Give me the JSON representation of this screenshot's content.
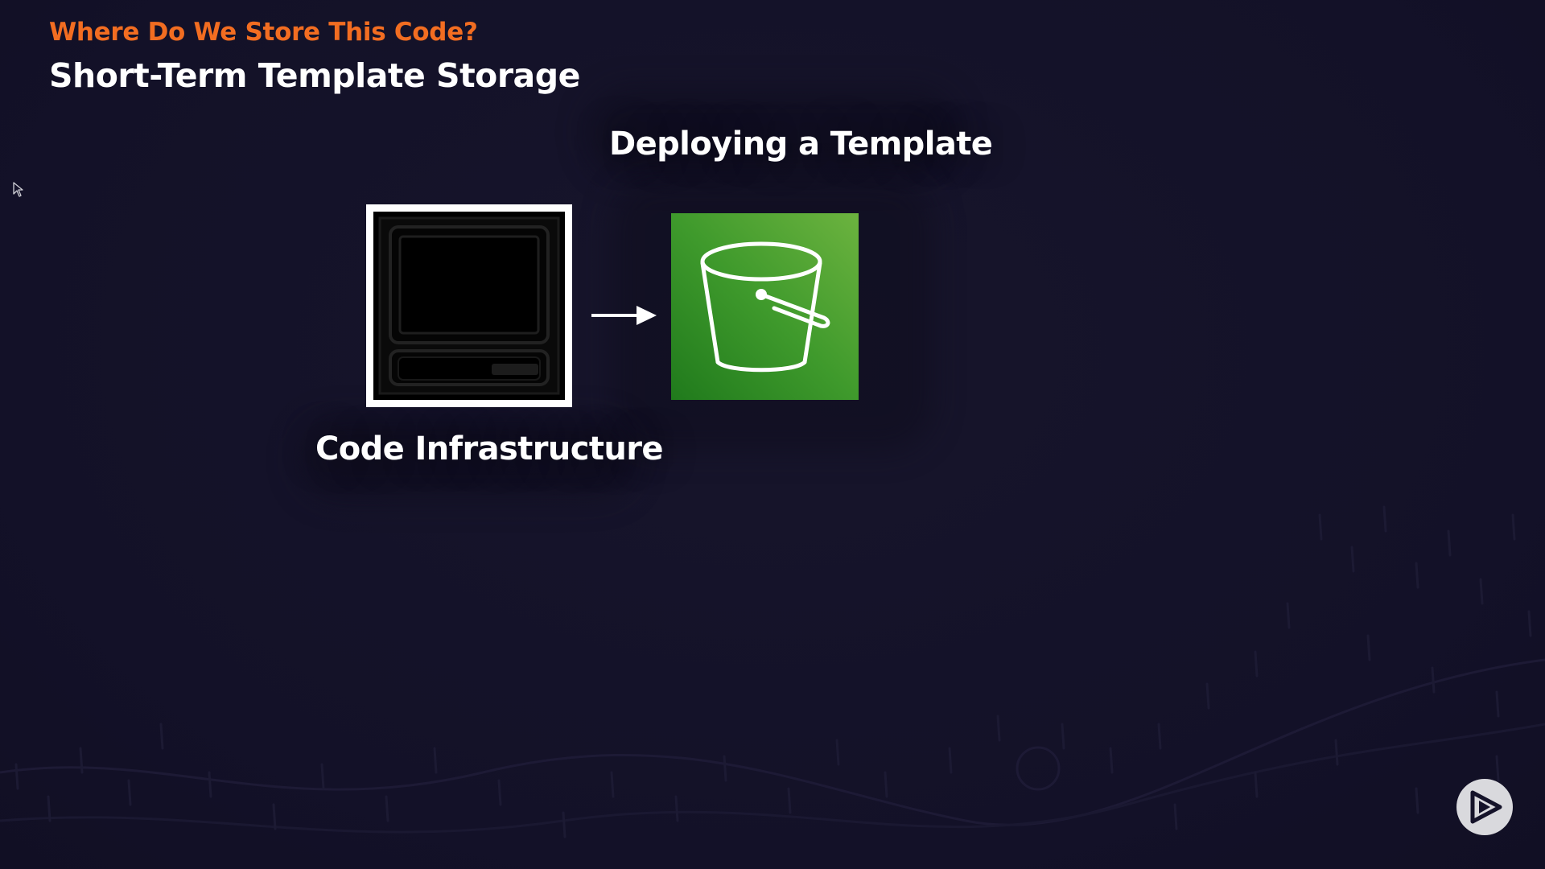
{
  "slide": {
    "kicker": "Where Do We Store This Code?",
    "title": "Short-Term Template Storage"
  },
  "diagram": {
    "deploy_label": "Deploying a Template",
    "source_label": "Code Infrastructure",
    "source_icon": "computer-icon",
    "connector_icon": "arrow-right-icon",
    "target_icon": "s3-bucket-icon"
  },
  "colors": {
    "background": "#15132a",
    "kicker": "#f26d21",
    "title": "#ffffff",
    "bucket_green": "#3f9a2c"
  },
  "branding": {
    "logo_icon": "play-logo-icon"
  }
}
